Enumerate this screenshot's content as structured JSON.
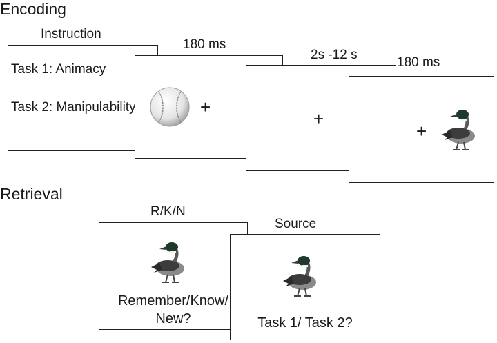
{
  "encoding": {
    "heading": "Encoding",
    "instruction_label": "Instruction",
    "instruction_lines": [
      "Task 1: Animacy",
      "Task 2: Manipulability"
    ],
    "durations": [
      "180 ms",
      "2s -12 s",
      "180 ms"
    ],
    "fixation": "+"
  },
  "retrieval": {
    "heading": "Retrieval",
    "rkn_label": "R/K/N",
    "rkn_question": [
      "Remember/Know/",
      "New?"
    ],
    "source_label": "Source",
    "source_question": "Task 1/ Task 2?"
  },
  "icons": [
    "baseball-icon",
    "duck-icon"
  ]
}
